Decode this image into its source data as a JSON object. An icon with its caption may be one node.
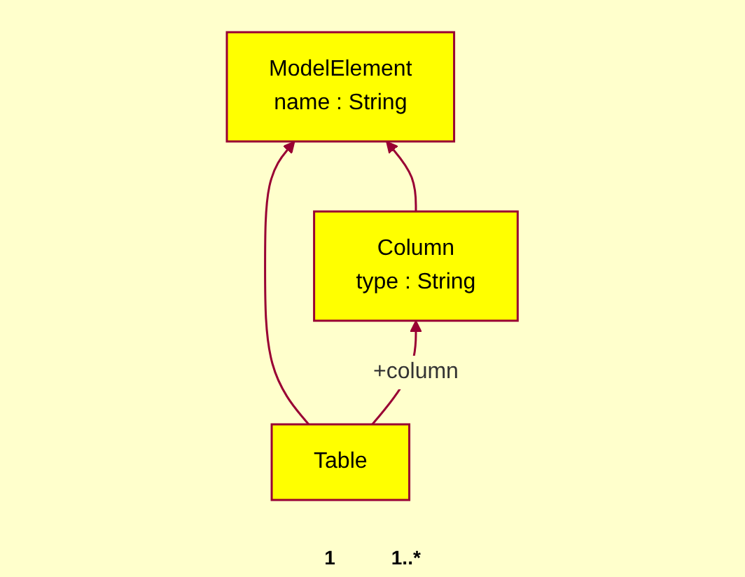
{
  "diagram": {
    "nodes": [
      {
        "text": [
          "ModelElement",
          "name : String"
        ]
      },
      {
        "text": [
          "Table"
        ]
      },
      {
        "text": [
          "Column",
          "type : String"
        ]
      }
    ],
    "edges": [
      {
        "from": 1,
        "to": 0,
        "arrow": "to"
      },
      {
        "from": 2,
        "to": 0,
        "arrow": "to"
      },
      {
        "from": 1,
        "to": 2,
        "arrow": "to",
        "label": "+column"
      }
    ],
    "labels": [
      "1",
      "1..*"
    ]
  }
}
